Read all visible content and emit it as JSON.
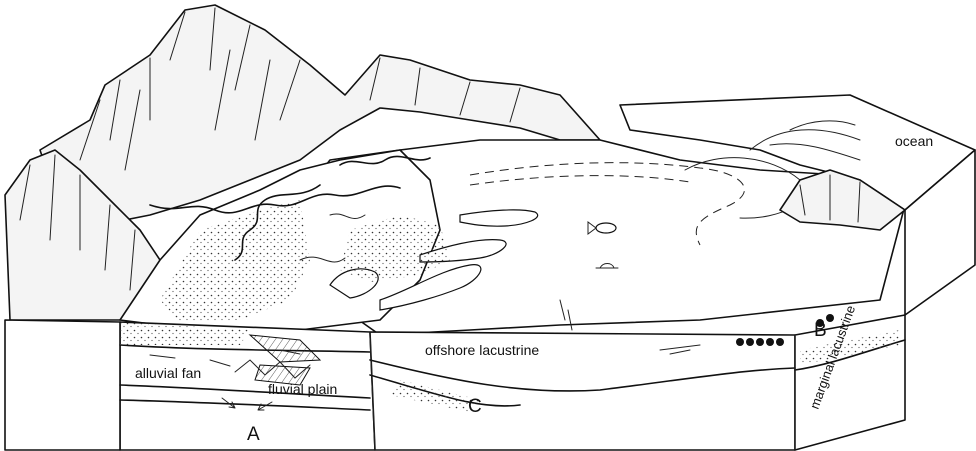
{
  "diagram": {
    "labels": {
      "ocean": "ocean",
      "offshore_lacustrine": "offshore lacustrine",
      "alluvial_fan": "alluvial fan",
      "fluvial_plain": "fluvial plain",
      "marginal_lacustrine": "marginal lacustrine",
      "marker_a": "A",
      "marker_b": "B",
      "marker_c": "C"
    }
  }
}
